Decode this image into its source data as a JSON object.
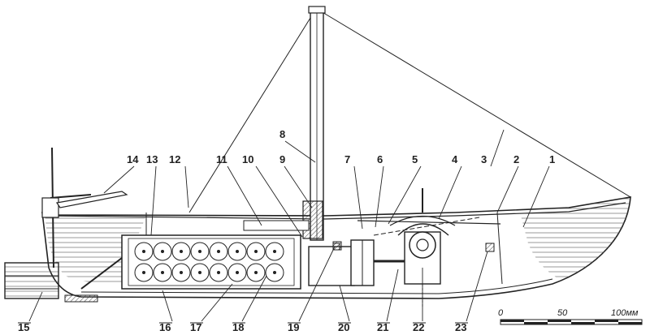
{
  "diagram": {
    "callouts": [
      "1",
      "2",
      "3",
      "4",
      "5",
      "6",
      "7",
      "8",
      "9",
      "10",
      "11",
      "12",
      "13",
      "14",
      "15",
      "16",
      "17",
      "18",
      "19",
      "20",
      "21",
      "22",
      "23"
    ],
    "scale_bar": {
      "ticks": [
        "0",
        "50",
        "100мм"
      ]
    }
  }
}
